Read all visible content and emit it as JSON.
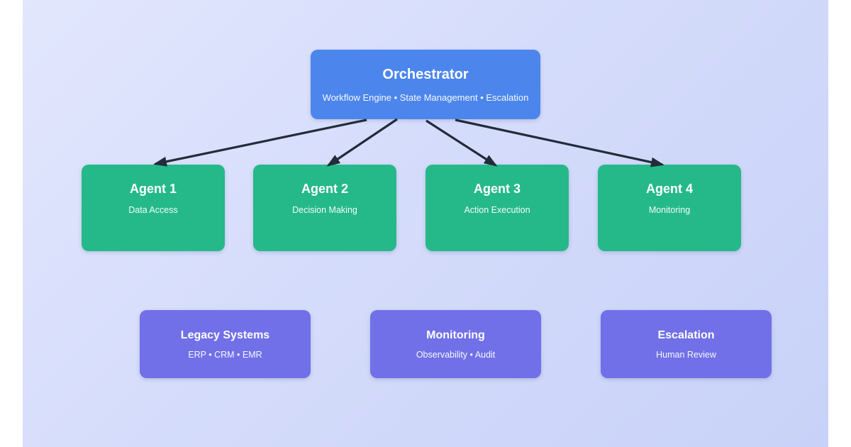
{
  "diagram": {
    "orchestrator": {
      "title": "Orchestrator",
      "subtitle": "Workflow Engine • State Management • Escalation"
    },
    "agents": [
      {
        "title": "Agent 1",
        "subtitle": "Data Access"
      },
      {
        "title": "Agent 2",
        "subtitle": "Decision Making"
      },
      {
        "title": "Agent 3",
        "subtitle": "Action Execution"
      },
      {
        "title": "Agent 4",
        "subtitle": "Monitoring"
      }
    ],
    "support_systems": [
      {
        "title": "Legacy Systems",
        "subtitle": "ERP • CRM • EMR"
      },
      {
        "title": "Monitoring",
        "subtitle": "Observability • Audit"
      },
      {
        "title": "Escalation",
        "subtitle": "Human Review"
      }
    ],
    "edges": [
      {
        "from": "orchestrator",
        "to": "agent-1"
      },
      {
        "from": "orchestrator",
        "to": "agent-2"
      },
      {
        "from": "orchestrator",
        "to": "agent-3"
      },
      {
        "from": "orchestrator",
        "to": "agent-4"
      }
    ],
    "colors": {
      "orchestrator_fill": "#4c86ec",
      "agent_fill": "#25b98a",
      "support_fill": "#7170e8",
      "arrow": "#222c3a",
      "background_start": "#e2e7fd",
      "background_end": "#c8d2f8",
      "text": "#ffffff"
    }
  }
}
